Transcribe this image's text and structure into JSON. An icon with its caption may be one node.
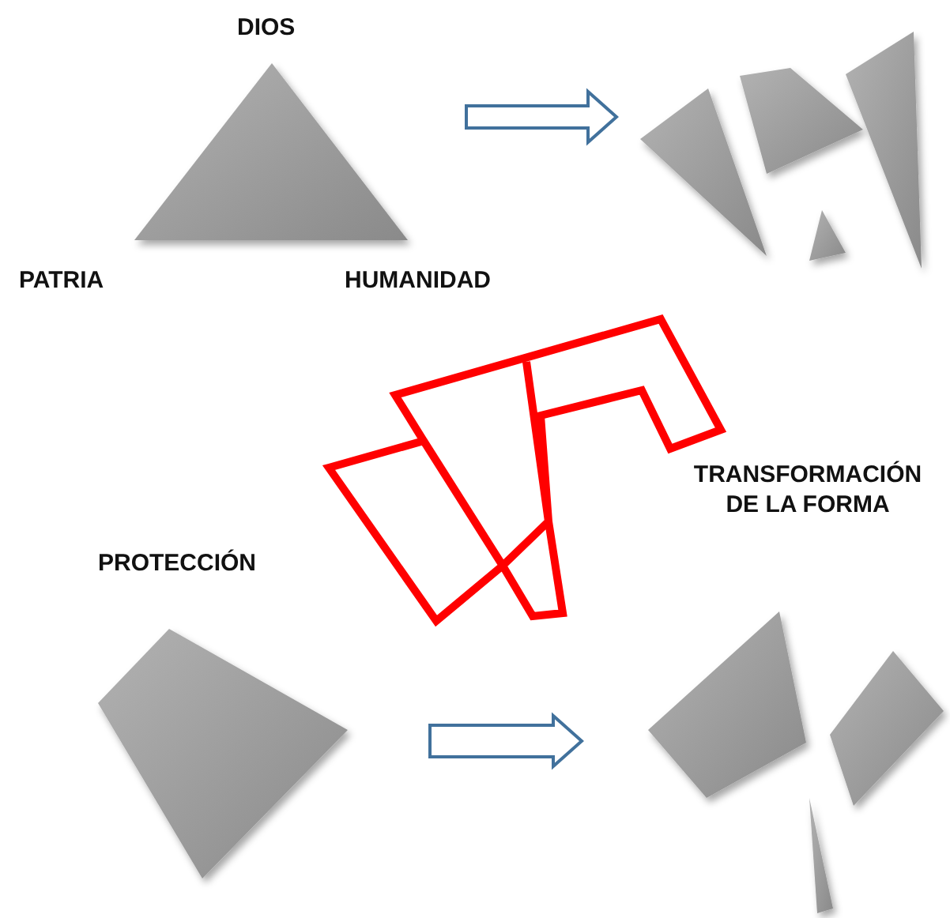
{
  "diagram": {
    "nodes": [
      {
        "text": [],
        "shape": "triangle",
        "beside": [
          "DIOS",
          "PATRIA",
          "HUMANIDAD"
        ]
      },
      {
        "text": [],
        "shape": "picture"
      },
      {
        "text": [],
        "shape": "quadrilateral",
        "beside": [
          "PROTECCIÓN"
        ]
      },
      {
        "text": [],
        "shape": "picture"
      }
    ],
    "edges": [
      {
        "from": 0,
        "to": 1,
        "arrow": "to"
      },
      {
        "from": 2,
        "to": 3,
        "arrow": "to"
      }
    ],
    "labels": [
      "TRANSFORMACIÓN DE LA FORMA"
    ]
  }
}
